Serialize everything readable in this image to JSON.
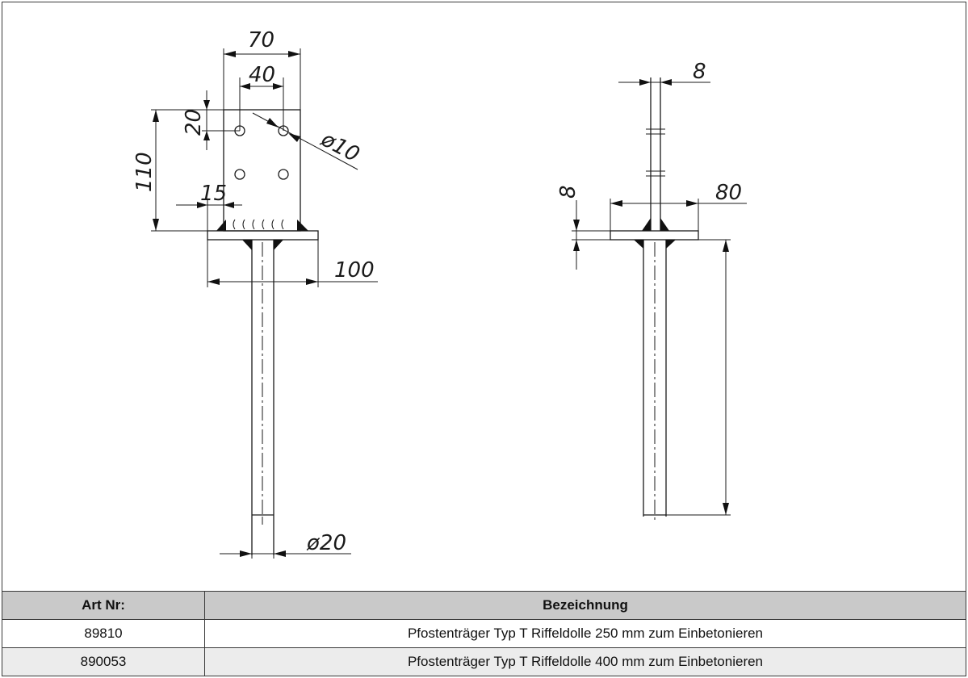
{
  "drawing": {
    "front_view": {
      "dim_width_top": "70",
      "dim_hole_spacing": "40",
      "dim_hole_offset": "20",
      "dim_hole_diameter": "ø10",
      "dim_height": "110",
      "dim_edge": "15",
      "dim_base_plate": "100",
      "dim_rod_diameter": "ø20"
    },
    "side_view": {
      "dim_blade_thickness": "8",
      "dim_plate_thickness": "8",
      "dim_base_plate": "80"
    }
  },
  "table": {
    "headers": [
      "Art Nr:",
      "Bezeichnung"
    ],
    "rows": [
      {
        "art_nr": "89810",
        "bezeichnung": "Pfostenträger Typ T Riffeldolle 250 mm zum Einbetonieren"
      },
      {
        "art_nr": "890053",
        "bezeichnung": "Pfostenträger Typ T Riffeldolle 400 mm zum Einbetonieren"
      }
    ]
  }
}
